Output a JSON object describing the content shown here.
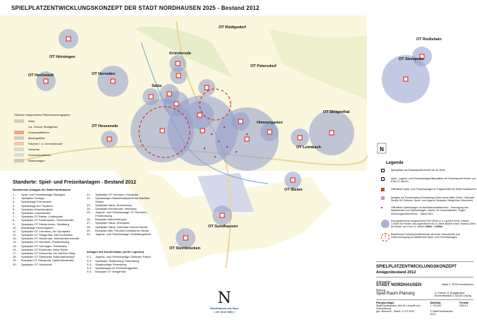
{
  "title": "SPIELPLATZENTWICKLUNGSKONZEPT DER STADT NORDHAUSEN 2025 - Bestand 2012",
  "map": {
    "places": [
      "OT Rüdigsdorf",
      "OT Hörningen",
      "Krimderode",
      "OT Herreden",
      "OT Hochstedt",
      "OT Petersdorf",
      "OT Steigerthal",
      "OT Rodishain",
      "OT Stempeda",
      "OT Hesserode",
      "Salza",
      "Himmelgarten",
      "OT Leimbach",
      "OT Bielen",
      "OT Sundhausen",
      "OT Steinbrücken"
    ],
    "north": "N"
  },
  "landuse": {
    "heading": "Flächen entsprechend Flächennutzungsplan:",
    "items": [
      {
        "label": "Wald",
        "color": "#c9d4b0"
      },
      {
        "label": "Ca. Grenze Stadtgebiet",
        "color": "#fbf6dc"
      },
      {
        "label": "Wohnbauflächen",
        "color": "#eaa68a"
      },
      {
        "label": "Mischgebiete",
        "color": "#d5c8c8"
      },
      {
        "label": "Flächen f. d. Gemeinbedarf",
        "color": "#f3c4b0"
      },
      {
        "label": "Gewerbe",
        "color": "#d9d9d2"
      },
      {
        "label": "Sonderbauflächen",
        "color": "#dcdcd0"
      },
      {
        "label": "Bahnanlagen",
        "color": "#c8c8c8"
      }
    ]
  },
  "standorte": {
    "title": "Standorte: Spiel- und Freizeitanlagen - Bestand 2012",
    "subtitle": "Bestehende Anlagen der Stadt Nordhausen",
    "col1": [
      [
        "1 -",
        "Spiel- und Freizeitanlage Stadtpark"
      ],
      [
        "2 -",
        "Spielplatz Gehege"
      ],
      [
        "3 -",
        "Spielanlage Promenade"
      ],
      [
        "4 -",
        "Spielanlage Am Töpfertor"
      ],
      [
        "5 -",
        "Spielplatz Helsebergblick"
      ],
      [
        "6 -",
        "Spielplatz Löwenstraße"
      ],
      [
        "7 -",
        "Spielplatz OT Bielen, Lindenplatz"
      ],
      [
        "8 -",
        "Spielplatz OT Sundhausen, Grubenstraße"
      ],
      [
        "9 -",
        "Spielplatz OT Steinbrücken, Stadtberg"
      ],
      [
        "10 -",
        "Bolzanlage Himmelgarten"
      ],
      [
        "11 -",
        "Spielplatz OT Leimbach, Am Sportplatz"
      ],
      [
        "12 -",
        "Spielplatz OT Steigerthal, Alte Dorfstraße"
      ],
      [
        "13 -",
        "Spielplatz OT Hesserode, Kleinwerthernstraße"
      ],
      [
        "14 -",
        "Spielplatz OT Herreden, Friedhofsweg"
      ],
      [
        "15 -",
        "Spielplatz OT Hörningen, Feldstraße"
      ],
      [
        "16 -",
        "Spielplatz OT Rodishain, Neue Reihe"
      ],
      [
        "17 -",
        "Spielplatz OT Stempeda, Am Weißen Stieg"
      ],
      [
        "18 -",
        "Spielplatz OT Stempeda, Kalkhüttenstraße"
      ],
      [
        "19 -",
        "Bolzplatz OT Stempeda, Kalkhüttenstraße"
      ],
      [
        "20 -",
        "Spielplatz OT Hochstedt"
      ]
    ],
    "col2": [
      [
        "21 -",
        "Spielplatz OT Herreden, Eichäcker"
      ],
      [
        "22 -",
        "Spielanlagen Basketballplatz/Ecke Barfüßer Straße"
      ],
      [
        "23 -",
        "Spielplatz Salza, Buchenweg"
      ],
      [
        "24 -",
        "Spielplatz Krimderode, Steinberg"
      ],
      [
        "25 -",
        "Jugend- und Freizeitanlage OT Herreden, Friedhofsweg"
      ],
      [
        "26 -",
        "Bolzplatz Altendörferpark"
      ],
      [
        "27 -",
        "Spielplatz Salza, Ebenplatz"
      ],
      [
        "28 -",
        "Spielplatz Salza, Gebrüder-Grimm-Straße"
      ],
      [
        "29 -",
        "Bolzplatz Alter Friedhof Leimbacher Straße"
      ],
      [
        "30 -",
        "Jugend- und Freizeitanlage Helsebergstraße"
      ]
    ],
    "sonder_title": "Anlagen mit Sonderstatus (siehe Legende)",
    "sonder": [
      [
        "S 1 -",
        "Jugend- und Freizeitanlage Ostrower Straße"
      ],
      [
        "S 2 -",
        "Spielplatz \"Rößlerburg\" Petersberg"
      ],
      [
        "S 3 -",
        "Skateranlage Petersberg"
      ],
      [
        "S 4 -",
        "Spielanlagen im Petersberggarten"
      ],
      [
        "S 5 -",
        "Bolzplatz OT Steigerthal"
      ]
    ]
  },
  "legend": {
    "title": "Legende",
    "items": [
      {
        "icon": "black-square-icon",
        "text": "Spielplätze mit Schwerpunkt Kinder bis 10 Jahre"
      },
      {
        "icon": "black-square-icon",
        "text": "Spiel-, Jugend- und Freizeitanlagen/Bolzplätze mit Schwerpunkt Kinder von 6 bis 12 Jahren"
      },
      {
        "icon": "red-square-icon",
        "text": "Öffentliche Spiel- und Freizeitanlagen in Trägerschaft der Stadt Nordhausen"
      },
      {
        "icon": "pink-square-icon",
        "text": "Anlagen mit Sonderstatus (Petersberg Verein Neue Mitte GmbH, Ostrower Straße SG Schulen, Sport- und Jugend, Bolzplatz Steigerthal Ortsverein)"
      },
      {
        "icon": "purple-dot-icon",
        "text": "Öffentliche Spielanlagen im Nachbarschaftsbereich - Versorgung des Nahbereichs von Wohnanlagen, insbes. für Vorschulkinder; Träger: Wohnungsunternehmen - Stand 2011"
      },
      {
        "icon": "catchment-circle-icon",
        "text": "Einzugsbereiche entsprechend DIN 18034 4.1.1 großer Kreis: Radius 1.000m für Kinder und Jugendliche ab 12 Jahre kleiner Kreis: Radius 400m für Kinder von 6 bis 12 Jahren",
        "small": "400m",
        "large": "1.000m"
      },
      {
        "icon": "warning-dashed-circle-icon",
        "text": "Bestehende Schwerpunktbereiche mit hoher Wohndichte und Unterversorgung an städtischen Spiel- und Freizeitanlagen"
      }
    ]
  },
  "titleblock": {
    "t1": "SPIELPLATZENTWICKLUNGSKONZEPT",
    "t2": "Anlagenbestand 2012",
    "auftraggeber_label": "Auftraggeber:",
    "auftraggeber": "STADT NORDHAUSEN",
    "auftraggeber_addr": "Markt 1, 99734 Nordhausen",
    "planung_label": "Planung:",
    "planung": "Spiel.Raum.Planung",
    "planung_addr": "A. Krause, A. Brüggemann Kirchhoffstraße 3, 04130 Leipzig",
    "plangrundlage_label": "Plangrundlage:",
    "plangrundlage": "Stadt Nordhausen, Amt für Umwelt und Grünordnung",
    "gez": "gez. Benesch - Stand: 17.07.2012",
    "massstab_label": "Maßstab:",
    "massstab": "1 : 63.000",
    "format_label": "Format:",
    "format": "DIN A 3",
    "copyright": "© Stadt Nordhausen 2012"
  },
  "logo": {
    "name": "Nordhausen am Harz",
    "slogan": "| die neue Mitte |",
    "glyph": "N"
  },
  "colors": {
    "circle": "#8f9ccc",
    "red": "#e2382a",
    "dashed": "#d9302a",
    "map_bg": "#fbf7de"
  }
}
